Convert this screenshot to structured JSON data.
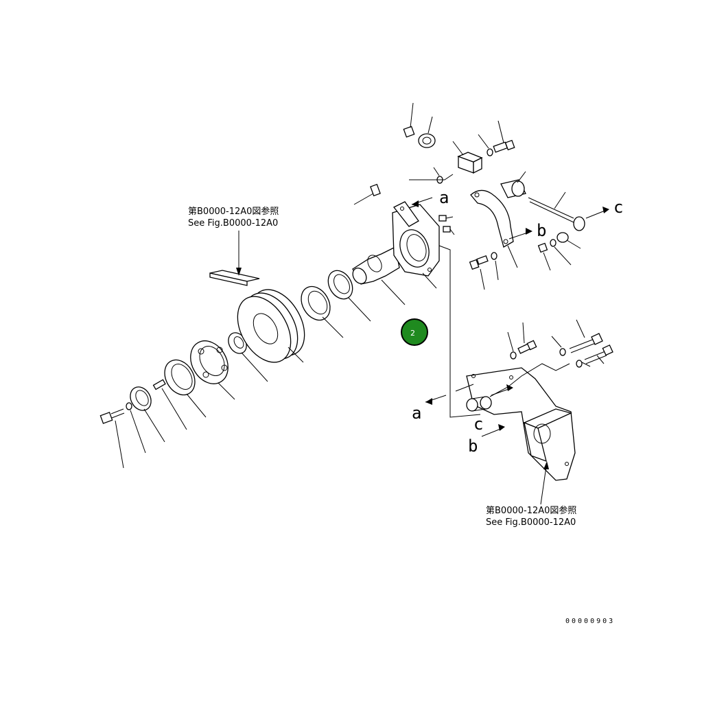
{
  "drawing": {
    "ref_note_top_jp": "第B0000-12A0図参照",
    "ref_note_top_en": "See Fig.B0000-12A0",
    "ref_note_bottom_jp": "第B0000-12A0図参照",
    "ref_note_bottom_en": "See Fig.B0000-12A0",
    "drawing_number": "00000903",
    "callouts": {
      "a1": "a",
      "a2": "a",
      "b1": "b",
      "b2": "b",
      "c1": "c",
      "c2": "c"
    }
  },
  "hotspot": {
    "label": "2",
    "color": "#1f8a1f"
  }
}
